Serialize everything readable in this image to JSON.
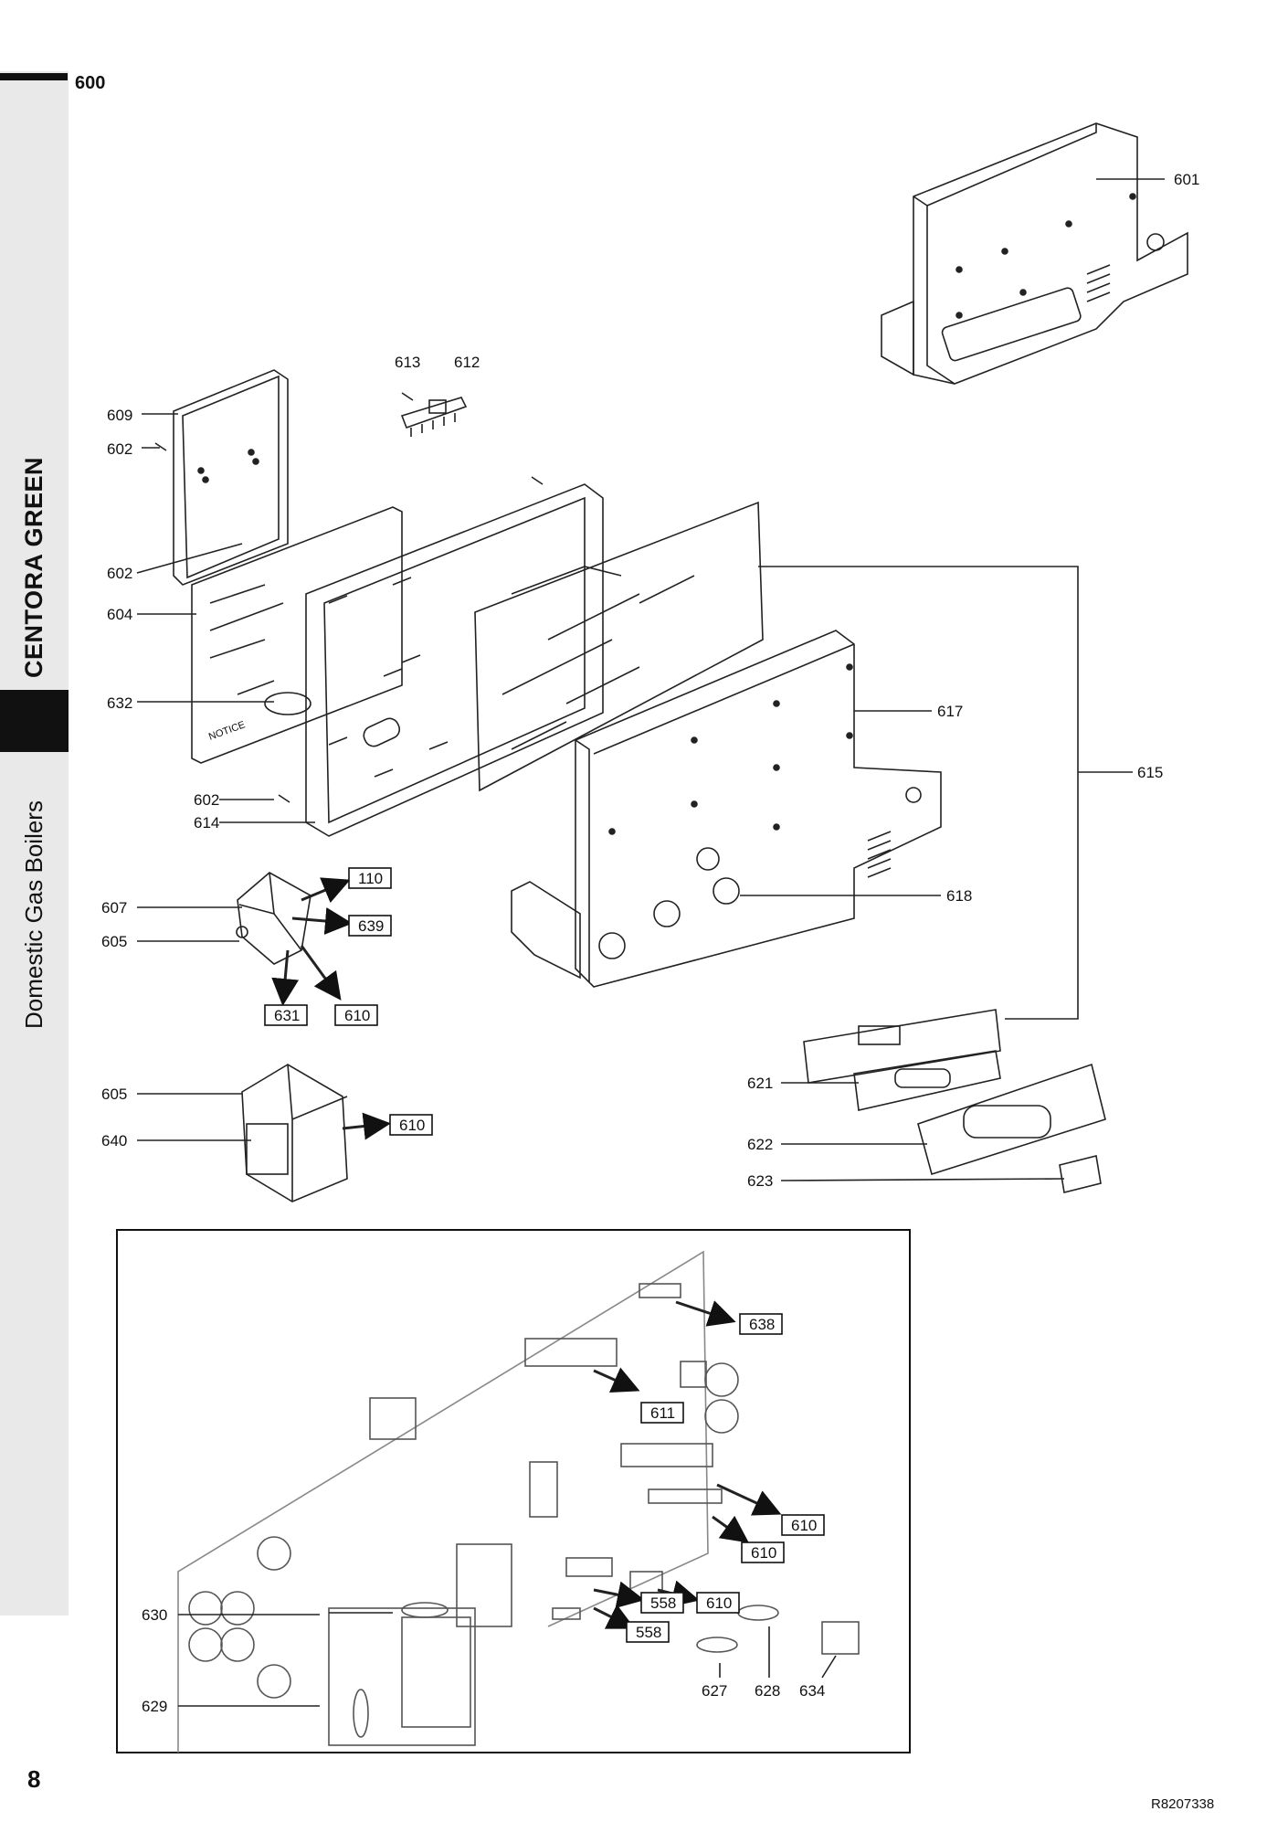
{
  "section_number": "600",
  "brand": "CENTORA GREEN",
  "category": "Domestic Gas Boilers",
  "page_number": "8",
  "drawing_ref": "R8207338",
  "notice_text": "NOTICE",
  "labels": {
    "l601": "601",
    "l609": "609",
    "l602a": "602",
    "l613": "613",
    "l612": "612",
    "l602b": "602",
    "l604": "604",
    "l632": "632",
    "l602c": "602",
    "l614": "614",
    "l617": "617",
    "l615": "615",
    "l618": "618",
    "l607": "607",
    "l605a": "605",
    "l605b": "605",
    "l640": "640",
    "l621": "621",
    "l622": "622",
    "l623": "623",
    "l630": "630",
    "l629": "629",
    "l627": "627",
    "l628": "628",
    "l634": "634"
  },
  "ref_boxes": {
    "b110": "110",
    "b639": "639",
    "b631": "631",
    "b610a": "610",
    "b610b": "610",
    "b638": "638",
    "b611": "611",
    "b610c": "610",
    "b610d": "610",
    "b558a": "558",
    "b610e": "610",
    "b558b": "558"
  }
}
